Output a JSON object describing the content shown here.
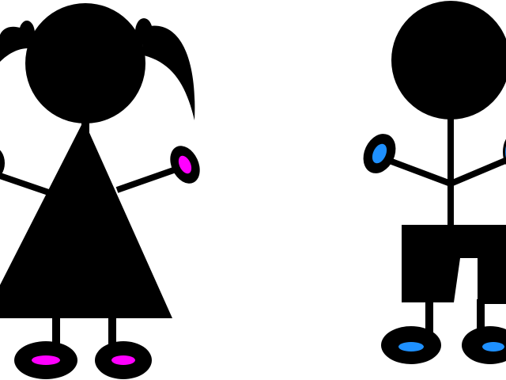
{
  "colors": {
    "background": "#ffffff",
    "figure": "#000000",
    "girl_accent": "#ff00ff",
    "boy_accent": "#1e90ff"
  },
  "figures": [
    {
      "name": "girl",
      "icon": "stick-figure-girl-icon",
      "accent": "girl_accent"
    },
    {
      "name": "boy",
      "icon": "stick-figure-boy-icon",
      "accent": "boy_accent"
    }
  ]
}
